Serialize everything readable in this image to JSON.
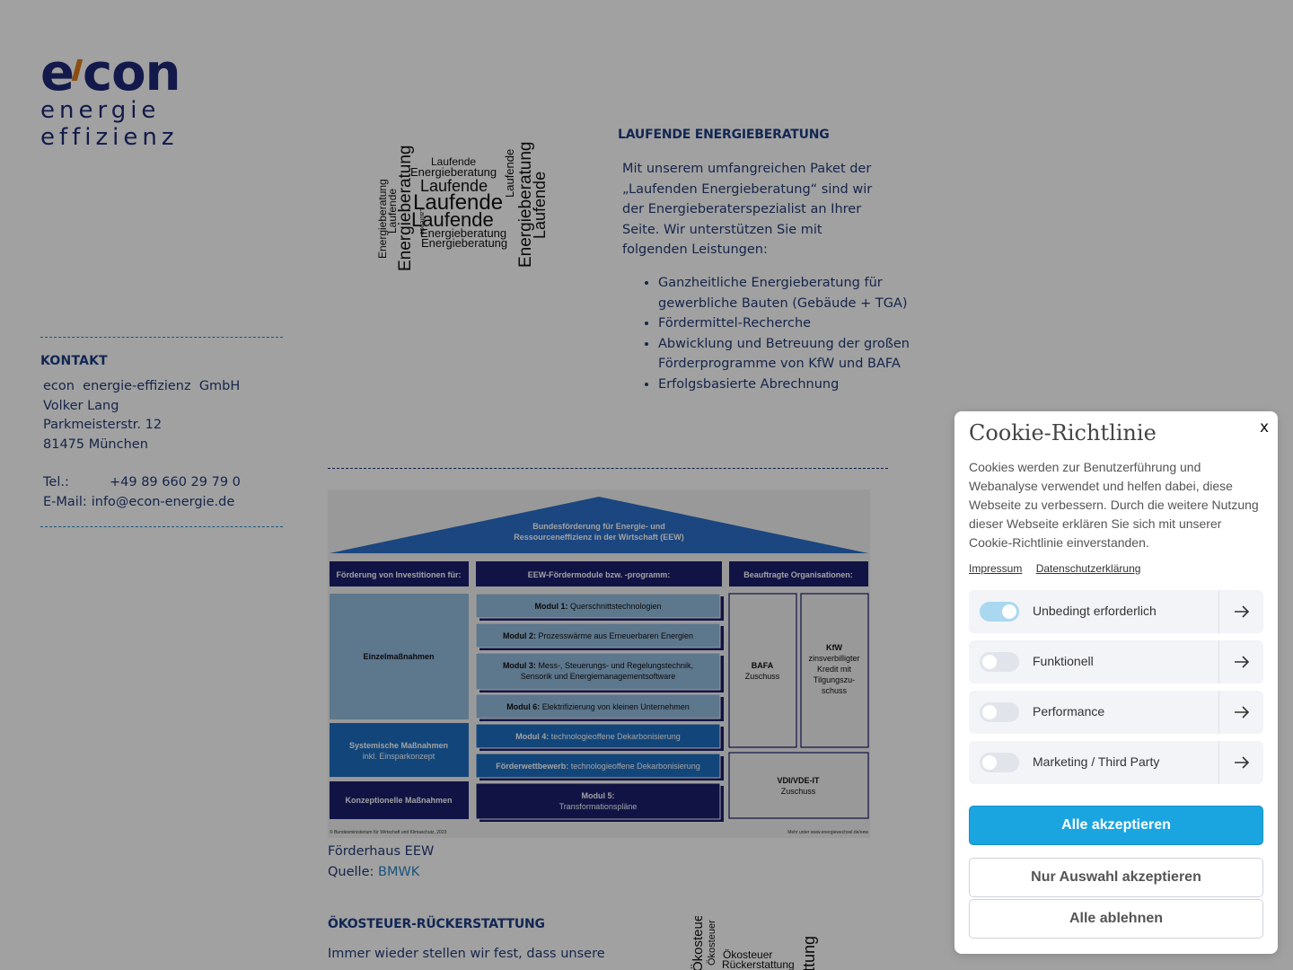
{
  "logo": {
    "line1_a": "e",
    "line1_b": "con",
    "line2": "energie",
    "line3": "effizienz"
  },
  "sidebar": {
    "title": "KONTAKT",
    "company": "econ  energie-effizienz  GmbH",
    "person": "Volker Lang",
    "street": "Parkmeisterstr. 12",
    "city": "81475 München",
    "tel_label": "Tel.:",
    "tel_value": "+49 89 660 29 79 0",
    "email_label": "E-Mail:",
    "email_value": "info@econ-energie.de"
  },
  "section1": {
    "title": "LAUFENDE ENERGIEBERATUNG",
    "intro": "Mit unserem umfangreichen Paket der „Laufenden Energieberatung“ sind wir der Energieberaterspezialist an Ihrer Seite. Wir unterstützen Sie mit folgenden Leistungen:",
    "bullets": [
      "Ganzheitliche Energieberatung für gewerbliche Bauten (Gebäude + TGA)",
      "Fördermittel-Recherche",
      "Abwicklung und Betreuung der großen Förderprogramme von KfW und BAFA",
      "Erfolgsbasierte Abrechnung"
    ],
    "wordcloud": {
      "word_a": "Laufende",
      "word_b": "Energieberatung"
    }
  },
  "diagram": {
    "roof_line1": "Bundesförderung für Energie- und",
    "roof_line2": "Ressourceneffizienz in der Wirtschaft (EEW)",
    "col1_header": "Förderung von Investitionen für:",
    "col2_header": "EEW-Fördermodule bzw. -programm:",
    "col3_header": "Beauftragte Organisationen:",
    "einzel": "Einzelmaßnahmen",
    "system_line1": "Systemische Maßnahmen",
    "system_line2": "inkl. Einsparkonzept",
    "konzept": "Konzeptionelle Maßnahmen",
    "modules": [
      {
        "bold": "Modul 1:",
        "text": "Querschnittstechnologien"
      },
      {
        "bold": "Modul 2:",
        "text": "Prozesswärme aus Erneuerbaren Energien"
      },
      {
        "bold": "Modul 3:",
        "text": "Mess-, Steuerungs- und Regelungstechnik,",
        "text2": "Sensorik und Energiemanagementsoftware"
      },
      {
        "bold": "Modul 6:",
        "text": "Elektrifizierung von kleinen Unternehmen"
      },
      {
        "bold": "Modul 4:",
        "text": "technologieoffene Dekarbonisierung"
      },
      {
        "bold": "Förderwettbewerb:",
        "text": "technologieoffene Dekarbonisierung"
      },
      {
        "bold": "Modul 5:",
        "text": "Transformationspläne"
      }
    ],
    "bafa_title": "BAFA",
    "bafa_sub": "Zuschuss",
    "kfw_title": "KfW",
    "kfw_l1": "zinsverbilligter",
    "kfw_l2": "Kredit mit",
    "kfw_l3": "Tilgungszu-",
    "kfw_l4": "schuss",
    "vdi_title": "VDI/VDE-IT",
    "vdi_sub": "Zuschuss",
    "footer_left": "© Bundesministerium für Wirtschaft und Klimaschutz, 2023",
    "footer_right": "Mehr unter www.energiewechsel.de/eew"
  },
  "caption": {
    "line1": "Förderhaus EEW",
    "source_label": "Quelle:",
    "source_link": "BMWK"
  },
  "section2": {
    "title": "ÖKOSTEUER-RÜCKERSTATTUNG",
    "intro": "Immer wieder stellen wir fest, dass unsere",
    "wordcloud": {
      "word_a": "Ökosteuer",
      "word_b": "Rückerstattung",
      "word_c": "ttung"
    }
  },
  "cookie": {
    "close": "x",
    "title": "Cookie-Richtlinie",
    "text": "Cookies werden zur Benutzerführung und Webanalyse verwendet und helfen dabei, diese Webseite zu verbessern. Durch die weitere Nutzung dieser Webseite erklären Sie sich mit unserer Cookie-Richtlinie einverstanden.",
    "link_impressum": "Impressum",
    "link_datenschutz": "Datenschutzerklärung",
    "options": [
      {
        "label": "Unbedingt erforderlich",
        "enabled": true
      },
      {
        "label": "Funktionell",
        "enabled": false
      },
      {
        "label": "Performance",
        "enabled": false
      },
      {
        "label": "Marketing / Third Party",
        "enabled": false
      }
    ],
    "btn_accept_all": "Alle akzeptieren",
    "btn_accept_selection": "Nur Auswahl akzeptieren",
    "btn_reject_all": "Alle ablehnen"
  },
  "colors": {
    "brand_navy": "#1f2a78",
    "brand_orange": "#e07b1a",
    "accent_blue": "#1ba5e0",
    "link_blue": "#2a86c7"
  }
}
